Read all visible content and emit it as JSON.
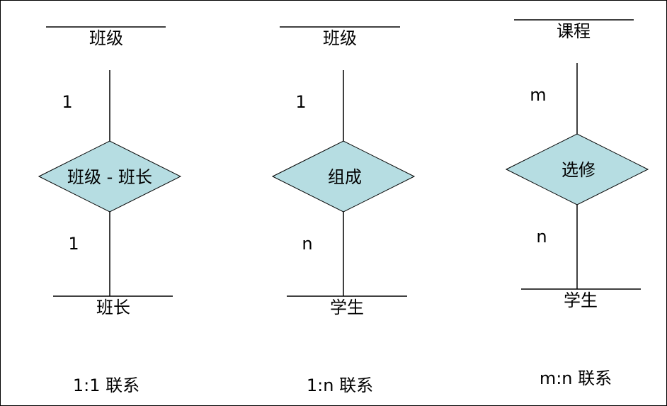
{
  "style": {
    "diamond_fill": "#b6dde2",
    "stroke": "#000000",
    "border": "#000000"
  },
  "diagrams": [
    {
      "top_entity": "班级",
      "relationship": "班级 - 班长",
      "top_cardinality": "1",
      "bottom_cardinality": "1",
      "bottom_entity": "班长",
      "caption": "1:1 联系"
    },
    {
      "top_entity": "班级",
      "relationship": "组成",
      "top_cardinality": "1",
      "bottom_cardinality": "n",
      "bottom_entity": "学生",
      "caption": "1:n 联系"
    },
    {
      "top_entity": "课程",
      "relationship": "选修",
      "top_cardinality": "m",
      "bottom_cardinality": "n",
      "bottom_entity": "学生",
      "caption": "m:n 联系"
    }
  ]
}
